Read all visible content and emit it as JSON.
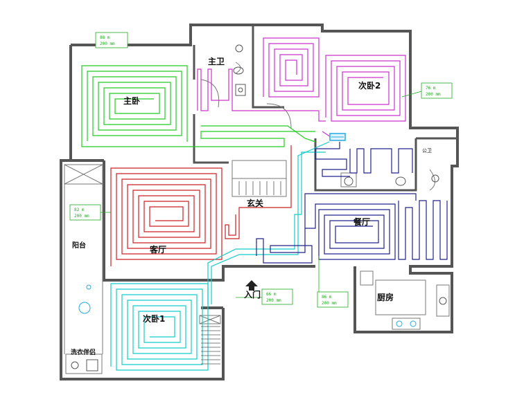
{
  "colors": {
    "wall": "#555555",
    "master_bedroom": "#22cc22",
    "second_bedroom2": "#cc33cc",
    "living_room": "#cc2222",
    "second_bedroom1": "#11cccc",
    "dining": "#22228a",
    "manifold": "#22aadd"
  },
  "rooms": {
    "master_bedroom": "主卧",
    "master_bath": "主卫",
    "second_bedroom2": "次卧2",
    "guest_bath": "公卫",
    "foyer": "玄关",
    "living_room": "客厅",
    "dining": "餐厅",
    "balcony": "阳台",
    "entrance": "入门",
    "second_bedroom1": "次卧1",
    "kitchen": "厨房",
    "laundry": "洗衣伴侣"
  },
  "loop_tags": {
    "master_bedroom": {
      "length": "88 m",
      "spacing": "200 mm"
    },
    "second_bedroom2": {
      "length": "76 m",
      "spacing": "200 mm"
    },
    "living_room": {
      "length": "82 m",
      "spacing": "200 mm"
    },
    "second_bedroom1": {
      "length": "66 m",
      "spacing": "200 mm"
    },
    "dining": {
      "length": "86 m",
      "spacing": "200 mm"
    }
  }
}
